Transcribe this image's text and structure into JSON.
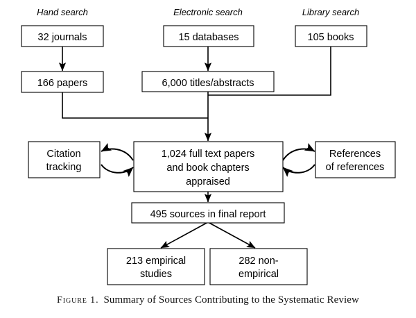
{
  "figure": {
    "caption_label": "Figure 1.",
    "caption_text": "Summary of Sources Contributing to the Systematic Review"
  },
  "group_labels": {
    "hand": "Hand search",
    "electronic": "Electronic search",
    "library": "Library search"
  },
  "nodes": {
    "journals": {
      "line1": "32 journals"
    },
    "databases": {
      "line1": "15 databases"
    },
    "books": {
      "line1": "105 books"
    },
    "papers": {
      "line1": "166 papers"
    },
    "titles": {
      "line1": "6,000 titles/abstracts"
    },
    "citation": {
      "line1": "Citation",
      "line2": "tracking"
    },
    "fulltext": {
      "line1": "1,024 full text papers",
      "line2": "and book chapters",
      "line3": "appraised"
    },
    "references": {
      "line1": "References",
      "line2": "of references"
    },
    "sources": {
      "line1": "495 sources in final report"
    },
    "empirical": {
      "line1": "213 empirical",
      "line2": "studies"
    },
    "nonempirical": {
      "line1": "282 non-",
      "line2": "empirical"
    }
  },
  "chart_data": {
    "type": "diagram",
    "title": "Summary of Sources Contributing to the Systematic Review",
    "diagram_kind": "flowchart",
    "streams": [
      {
        "label": "Hand search",
        "steps": [
          "32 journals",
          "166 papers"
        ]
      },
      {
        "label": "Electronic search",
        "steps": [
          "15 databases",
          "6,000 titles/abstracts"
        ]
      },
      {
        "label": "Library search",
        "steps": [
          "105 books"
        ]
      }
    ],
    "counts": {
      "journals": 32,
      "databases": 15,
      "books": 105,
      "papers": 166,
      "titles_abstracts": 6000,
      "full_text_appraised": 1024,
      "sources_in_final_report": 495,
      "empirical_studies": 213,
      "non_empirical": 282
    },
    "edges": [
      {
        "from": "32 journals",
        "to": "166 papers",
        "style": "arrow"
      },
      {
        "from": "15 databases",
        "to": "6,000 titles/abstracts",
        "style": "arrow"
      },
      {
        "from": "166 papers",
        "to": "1,024 full text papers and book chapters appraised",
        "style": "elbow-arrow"
      },
      {
        "from": "6,000 titles/abstracts",
        "to": "1,024 full text papers and book chapters appraised",
        "style": "arrow"
      },
      {
        "from": "105 books",
        "to": "1,024 full text papers and book chapters appraised",
        "style": "elbow-arrow"
      },
      {
        "from": "Citation tracking",
        "to": "1,024 full text papers and book chapters appraised",
        "style": "bidirectional"
      },
      {
        "from": "References of references",
        "to": "1,024 full text papers and book chapters appraised",
        "style": "bidirectional"
      },
      {
        "from": "1,024 full text papers and book chapters appraised",
        "to": "495 sources in final report",
        "style": "arrow"
      },
      {
        "from": "495 sources in final report",
        "to": "213 empirical studies",
        "style": "diagonal-arrow"
      },
      {
        "from": "495 sources in final report",
        "to": "282 non-empirical",
        "style": "diagonal-arrow"
      }
    ],
    "colors": {
      "background": "#ffffff",
      "stroke": "#000000",
      "text": "#000000"
    }
  }
}
